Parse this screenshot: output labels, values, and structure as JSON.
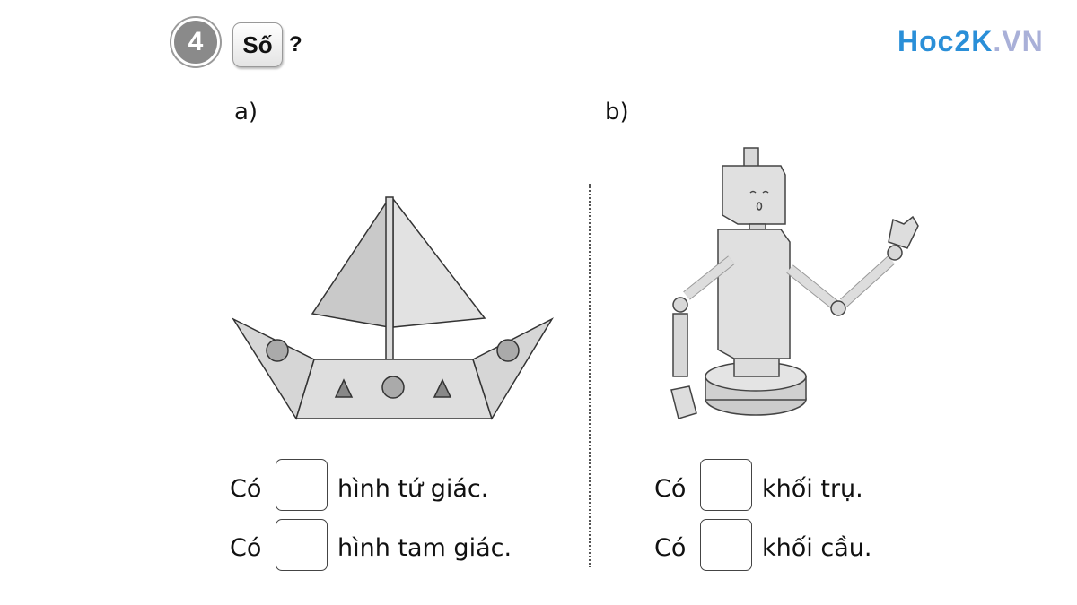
{
  "header": {
    "exercise_number": "4",
    "title": "Số",
    "question_mark": "?"
  },
  "logo": {
    "part1": "Hoc2K",
    "part2": ".VN",
    "color1": "#2a8fd8",
    "color2": "#a9b0d8"
  },
  "part_a": {
    "label": "a)",
    "rows": [
      {
        "prefix": "Có",
        "answer": "",
        "suffix": "hình tứ giác."
      },
      {
        "prefix": "Có",
        "answer": "",
        "suffix": "hình tam giác."
      }
    ]
  },
  "part_b": {
    "label": "b)",
    "rows": [
      {
        "prefix": "Có",
        "answer": "",
        "suffix": "khối trụ."
      },
      {
        "prefix": "Có",
        "answer": "",
        "suffix": "khối cầu."
      }
    ]
  }
}
